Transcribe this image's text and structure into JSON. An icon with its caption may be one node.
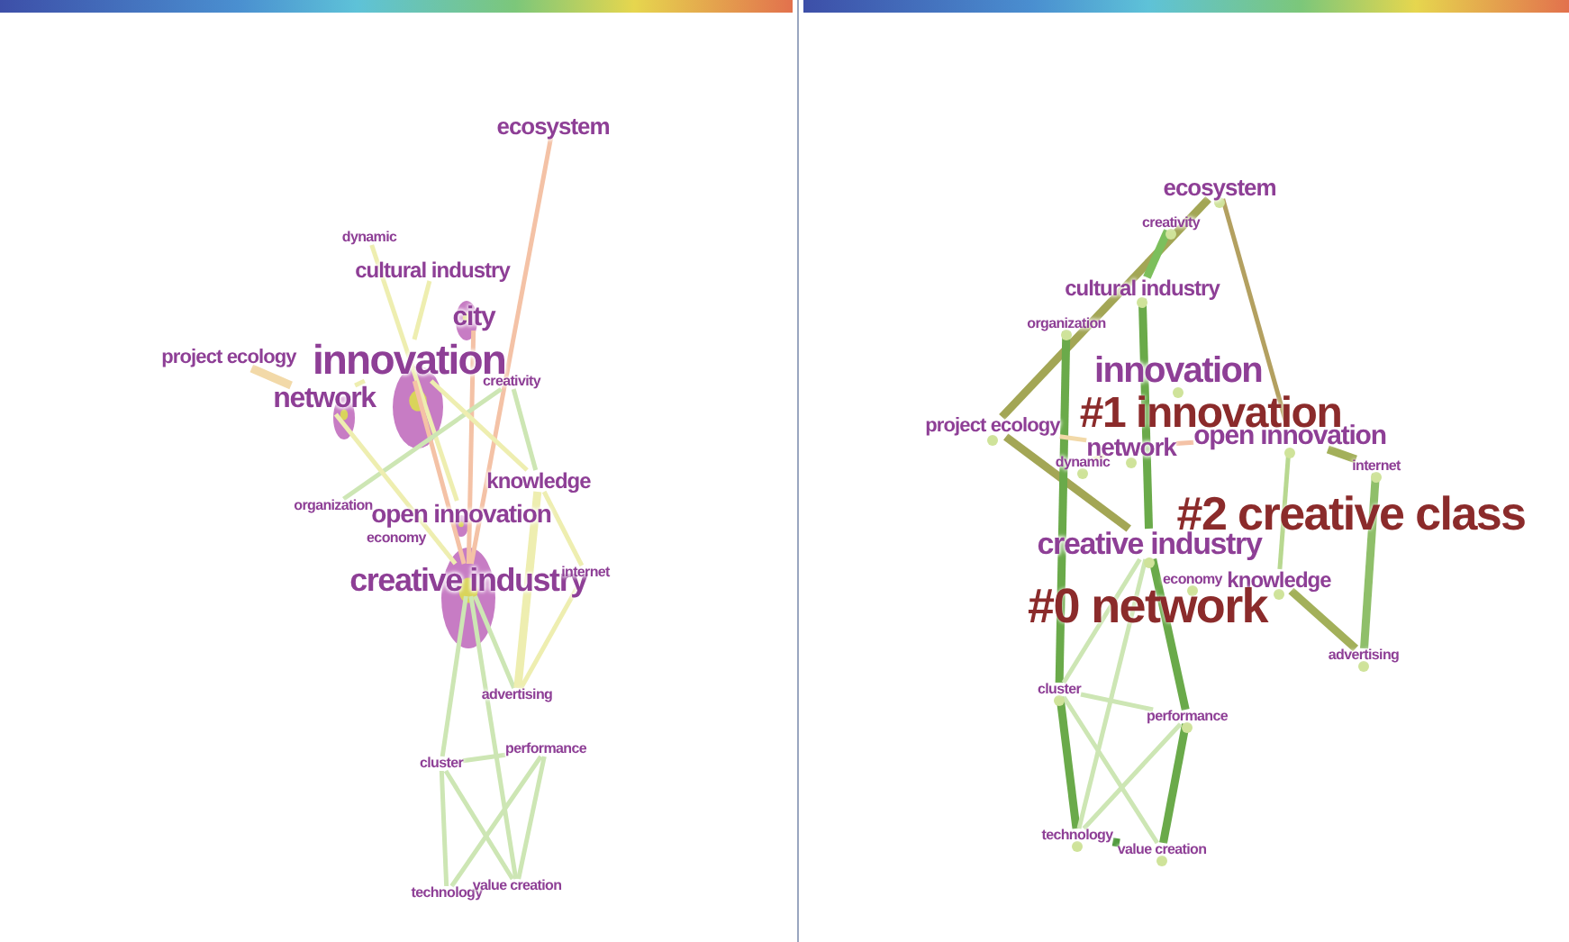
{
  "diagram": {
    "nodes": [
      {
        "text": [
          "ecosystem"
        ]
      },
      {
        "text": [
          "dynamic"
        ]
      },
      {
        "text": [
          "cultural industry"
        ]
      },
      {
        "text": [
          "city"
        ]
      },
      {
        "text": [
          "project ecology"
        ]
      },
      {
        "text": [
          "innovation"
        ]
      },
      {
        "text": [
          "network"
        ]
      },
      {
        "text": [
          "creativity"
        ]
      },
      {
        "text": [
          "knowledge"
        ]
      },
      {
        "text": [
          "organization"
        ]
      },
      {
        "text": [
          "open innovation"
        ]
      },
      {
        "text": [
          "economy"
        ]
      },
      {
        "text": [
          "creative industry"
        ]
      },
      {
        "text": [
          "internet"
        ]
      },
      {
        "text": [
          "advertising"
        ]
      },
      {
        "text": [
          "cluster"
        ]
      },
      {
        "text": [
          "performance"
        ]
      },
      {
        "text": [
          "technology"
        ]
      },
      {
        "text": [
          "value creation"
        ]
      },
      {
        "text": [
          "ecosystem"
        ]
      },
      {
        "text": [
          "creativity"
        ]
      },
      {
        "text": [
          "cultural industry"
        ]
      },
      {
        "text": [
          "organization"
        ]
      },
      {
        "text": [
          "innovation"
        ]
      },
      {
        "text": [
          "project ecology"
        ]
      },
      {
        "text": [
          "open innovation"
        ]
      },
      {
        "text": [
          "network"
        ]
      },
      {
        "text": [
          "dynamic"
        ]
      },
      {
        "text": [
          "internet"
        ]
      },
      {
        "text": [
          "creative industry"
        ]
      },
      {
        "text": [
          "economy"
        ]
      },
      {
        "text": [
          "knowledge"
        ]
      },
      {
        "text": [
          "advertising"
        ]
      },
      {
        "text": [
          "cluster"
        ]
      },
      {
        "text": [
          "performance"
        ]
      },
      {
        "text": [
          "technology"
        ]
      },
      {
        "text": [
          "value creation"
        ]
      }
    ],
    "edges": [
      {
        "from": 0,
        "to": 12,
        "arrow": "none",
        "color": "#f4c2a6"
      },
      {
        "from": 4,
        "to": 6,
        "arrow": "none",
        "style": "thick",
        "color": "#f2d9a8"
      },
      {
        "from": 6,
        "to": 5,
        "arrow": "none",
        "color": "#eeeeb0"
      },
      {
        "from": 2,
        "to": 5,
        "arrow": "none",
        "color": "#eeeeb0"
      },
      {
        "from": 1,
        "to": 10,
        "arrow": "none",
        "color": "#eeeeb0"
      },
      {
        "from": 5,
        "to": 12,
        "arrow": "none",
        "color": "#f4c2a6"
      },
      {
        "from": 3,
        "to": 12,
        "arrow": "none",
        "color": "#f4c2a6"
      },
      {
        "from": 7,
        "to": 9,
        "arrow": "none"
      },
      {
        "from": 7,
        "to": 8,
        "arrow": "none"
      },
      {
        "from": 5,
        "to": 8,
        "arrow": "none",
        "color": "#eeeeb0"
      },
      {
        "from": 8,
        "to": 13,
        "arrow": "none",
        "color": "#eeeeb0"
      },
      {
        "from": 12,
        "to": 14,
        "arrow": "none"
      },
      {
        "from": 8,
        "to": 14,
        "arrow": "none",
        "style": "thick",
        "color": "#eeeeb0"
      },
      {
        "from": 13,
        "to": 14,
        "arrow": "none",
        "color": "#eeeeb0"
      },
      {
        "from": 12,
        "to": 15,
        "arrow": "none"
      },
      {
        "from": 12,
        "to": 18,
        "arrow": "none"
      },
      {
        "from": 15,
        "to": 16,
        "arrow": "none"
      },
      {
        "from": 15,
        "to": 17,
        "arrow": "none"
      },
      {
        "from": 15,
        "to": 18,
        "arrow": "none"
      },
      {
        "from": 17,
        "to": 16,
        "arrow": "none"
      },
      {
        "from": 16,
        "to": 18,
        "arrow": "none"
      },
      {
        "from": 17,
        "to": 18,
        "arrow": "none"
      },
      {
        "from": 6,
        "to": 12,
        "arrow": "none",
        "color": "#eeeeb0"
      },
      {
        "from": 24,
        "to": 19,
        "arrow": "none",
        "style": "thick",
        "color": "#a3a655"
      },
      {
        "from": 19,
        "to": 25,
        "arrow": "none",
        "color": "#b3a060"
      },
      {
        "from": 24,
        "to": 29,
        "arrow": "none",
        "style": "thick",
        "color": "#a3a655"
      },
      {
        "from": 20,
        "to": 21,
        "arrow": "none",
        "style": "thick",
        "color": "#7cbf5c"
      },
      {
        "from": 21,
        "to": 29,
        "arrow": "none",
        "style": "thick",
        "color": "#6aaa4a"
      },
      {
        "from": 22,
        "to": 33,
        "arrow": "none",
        "style": "thick",
        "color": "#6aaa4a"
      },
      {
        "from": 25,
        "to": 28,
        "arrow": "none",
        "style": "thick",
        "color": "#a3b05a"
      },
      {
        "from": 28,
        "to": 32,
        "arrow": "none",
        "style": "thick",
        "color": "#8fbf6a"
      },
      {
        "from": 31,
        "to": 32,
        "arrow": "none",
        "style": "thick",
        "color": "#a3b05a"
      },
      {
        "from": 25,
        "to": 31,
        "arrow": "none",
        "color": "#b8d890"
      },
      {
        "from": 29,
        "to": 34,
        "arrow": "none",
        "style": "thick",
        "color": "#6aaa4a"
      },
      {
        "from": 33,
        "to": 35,
        "arrow": "none",
        "style": "thick",
        "color": "#6aaa4a"
      },
      {
        "from": 34,
        "to": 36,
        "arrow": "none",
        "style": "thick",
        "color": "#6aaa4a"
      },
      {
        "from": 35,
        "to": 36,
        "arrow": "none",
        "style": "thick",
        "color": "#4f9a3c"
      },
      {
        "from": 33,
        "to": 34,
        "arrow": "none"
      },
      {
        "from": 33,
        "to": 36,
        "arrow": "none"
      },
      {
        "from": 35,
        "to": 34,
        "arrow": "none"
      },
      {
        "from": 29,
        "to": 35,
        "arrow": "none"
      },
      {
        "from": 29,
        "to": 33,
        "arrow": "none"
      },
      {
        "from": 26,
        "to": 27,
        "arrow": "none",
        "color": "#eeeeb0"
      },
      {
        "from": 26,
        "to": 25,
        "arrow": "none",
        "color": "#f4c2a6"
      },
      {
        "from": 24,
        "to": 26,
        "arrow": "none",
        "color": "#f2d9a8"
      }
    ],
    "labels": [
      "#1 innovation",
      "#2 creative class",
      "#0 network"
    ]
  }
}
